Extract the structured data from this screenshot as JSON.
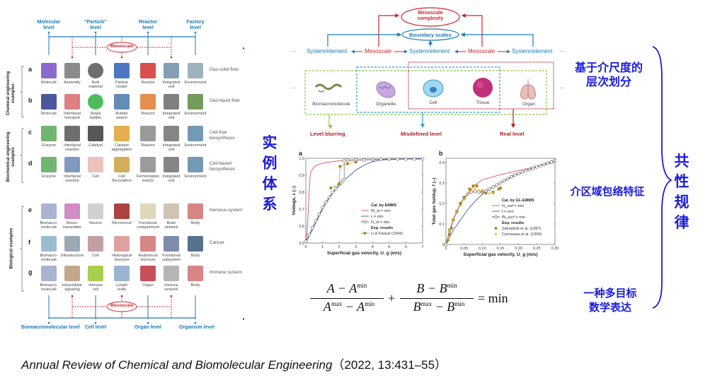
{
  "left_diagram": {
    "top_levels": [
      "Molecular\nlevel",
      "\"Particle\"\nlevel",
      "Reactor\nlevel",
      "Factory\nlevel"
    ],
    "bottom_levels": [
      "Biomacromolecular level",
      "Cell level",
      "Organ level",
      "Organism level"
    ],
    "mesoscale_label": "Mesoscale",
    "groups": [
      {
        "label": "Chemical engineering\nexamples",
        "rows": [
          "a",
          "b"
        ]
      },
      {
        "label": "Biochemical engineering\nexamples",
        "rows": [
          "c",
          "d"
        ]
      },
      {
        "label": "Biological examples",
        "rows": [
          "e",
          "f",
          "g"
        ]
      }
    ],
    "rows": [
      {
        "letter": "a",
        "desc": "Gas-solid flow",
        "items": [
          "Molecule",
          "Assembly",
          "Bulk\nmaterial",
          "Particle\ncluster",
          "Reactor",
          "Integrated\nunit",
          "Environment"
        ],
        "colors": [
          "#7a4fc4",
          "#777777",
          "#555555",
          "#2d5fb8",
          "#d03030",
          "#6d8ea8",
          "#8aa6b4"
        ]
      },
      {
        "letter": "b",
        "desc": "Gas-liquid flow",
        "items": [
          "Molecule",
          "Interfacial\ntransport",
          "Single\nbubble",
          "Bubble\nswarm",
          "Reactor",
          "Integrated\nunit",
          "Environment"
        ],
        "colors": [
          "#2a3a8c",
          "#d86a6a",
          "#30b040",
          "#4a78a8",
          "#e07a30",
          "#6a6a6a",
          "#5c8a3c"
        ]
      },
      {
        "letter": "c",
        "desc": "Cell-free\nbiosynthesis",
        "items": [
          "Enzyme",
          "Interfacial\nreaction",
          "Catalyst",
          "Catalyst\naggregation",
          "Reactor",
          "Integrated\nunit",
          "Environment"
        ],
        "colors": [
          "#58a858",
          "#555555",
          "#3a3a3a",
          "#e0a030",
          "#888888",
          "#707070",
          "#5a88a8"
        ]
      },
      {
        "letter": "d",
        "desc": "Cell-based\nbiosynthesis",
        "items": [
          "Enzyme",
          "Interfacial\nreaction",
          "Cell",
          "Cell\nflocculation",
          "Fermentation\nreactor",
          "Integrated\nunit",
          "Environment"
        ],
        "colors": [
          "#58a858",
          "#6888b0",
          "#e8b8b0",
          "#c8a040",
          "#8a8a8a",
          "#707070",
          "#5a88a8"
        ]
      },
      {
        "letter": "e",
        "desc": "Nervous system",
        "items": [
          "Biomacro-\nmolecule",
          "Neuro-\ntransmitter",
          "Neuron",
          "Microcircuit",
          "Functional\ncompartment",
          "Brain\nnetwork",
          "Body"
        ],
        "colors": [
          "#9aa8c8",
          "#c878b8",
          "#c8c8c8",
          "#a02020",
          "#d8d0b0",
          "#c8b8a8",
          "#d07070"
        ]
      },
      {
        "letter": "f",
        "desc": "Cancer",
        "items": [
          "Biomacro-\nmolecule",
          "Ultrastructure",
          "Cell",
          "Histological\nstructure",
          "Anatomical\nstructure",
          "Functional\nsubsystem",
          "Body"
        ],
        "colors": [
          "#88b0c8",
          "#8a9aa8",
          "#b89090",
          "#d89090",
          "#d07070",
          "#6878a0",
          "#3a5a78"
        ]
      },
      {
        "letter": "g",
        "desc": "Immune system",
        "items": [
          "Biomacro-\nmolecule",
          "Intracellular\nsignaling",
          "Immune\ncell",
          "Lymph\nnode",
          "Organ",
          "Immune\nnetwork",
          "Body"
        ],
        "colors": [
          "#9aa8c8",
          "#b89878",
          "#98c830",
          "#88a8c8",
          "#c03040",
          "#a8a8a8",
          "#d07070"
        ]
      }
    ]
  },
  "annotations": {
    "left_brace_label": "实例体系",
    "right_brace_label": "共性规律",
    "hierarchy_label": "基于介尺度的层次划分",
    "envelope_label": "介区域包络特征",
    "formula_label": "一种多目标数学表达"
  },
  "top_right_diagram": {
    "complexity": "Mesoscale\ncomplexity",
    "boundary": "Boundary scales",
    "chain": [
      "System/element",
      "Mesoscale",
      "System/element",
      "Mesoscale",
      "System/element"
    ],
    "ellipsis": "···",
    "bio_levels": [
      "Biomacromolecule",
      "Organelle",
      "Cell",
      "Tissue",
      "Organ"
    ],
    "level_types": [
      "Level blurring",
      "Misdefined level",
      "Real level"
    ],
    "colors": {
      "blue": "#1a7ab8",
      "red": "#d2232a",
      "green": "#8cc63f",
      "teal": "#3a9ad0",
      "darkred": "#b01c22"
    }
  },
  "chart_data": [
    {
      "type": "line",
      "panel": "a",
      "xlabel": "Superficial gas velocity, U_g (m/s)",
      "ylabel": "Voidage, ε (–)",
      "xlim": [
        0,
        7
      ],
      "ylim": [
        0.5,
        1.0
      ],
      "xticks": [
        "0",
        "1",
        "2",
        "3",
        "4",
        "5",
        "6",
        "7"
      ],
      "yticks": [
        "0.5",
        "0.6",
        "0.7",
        "0.8",
        "0.9",
        "1.0"
      ],
      "legend_title": "Cal. by EMMS",
      "legend_exp_title": "Exp. results",
      "series": [
        {
          "name": "W_st = min",
          "color": "#e05060",
          "style": "line",
          "x": [
            0,
            0.1,
            0.2,
            0.25,
            0.3,
            0.5,
            0.8,
            1.2,
            2,
            3,
            5,
            7
          ],
          "y": [
            0.5,
            0.6,
            0.8,
            0.88,
            0.92,
            0.95,
            0.965,
            0.975,
            0.985,
            0.99,
            0.995,
            0.997
          ]
        },
        {
          "name": "ε = min",
          "color": "#3a5aa8",
          "style": "line",
          "x": [
            0,
            0.5,
            1,
            1.5,
            2,
            2.3,
            3,
            3.5,
            4,
            4.5,
            5,
            6,
            7
          ],
          "y": [
            0.5,
            0.6,
            0.7,
            0.78,
            0.84,
            0.87,
            0.93,
            0.96,
            0.98,
            0.99,
            0.993,
            0.996,
            0.998
          ]
        },
        {
          "name": "N_st = min",
          "color": "#555555",
          "style": "open-circle",
          "x": [
            0,
            0.2,
            0.4,
            0.6,
            0.8,
            1.0,
            1.2,
            1.4,
            1.6,
            1.8,
            2.0,
            2.1,
            2.2,
            2.3,
            2.3,
            2.5,
            3.0,
            3.5,
            4.0,
            4.5,
            5.0,
            5.5,
            6.0,
            6.5,
            7.0
          ],
          "y": [
            0.51,
            0.55,
            0.59,
            0.63,
            0.67,
            0.71,
            0.74,
            0.77,
            0.8,
            0.82,
            0.845,
            0.855,
            0.865,
            0.875,
            0.985,
            0.99,
            0.99,
            0.99,
            0.992,
            0.993,
            0.994,
            0.995,
            0.995,
            0.995,
            0.996
          ]
        },
        {
          "name": "Li & Kwauk (1994)",
          "color": "#a88a2a",
          "style": "filled-circle",
          "x": [
            1.5,
            2.0,
            2.05,
            2.5,
            3.0
          ],
          "y": [
            0.825,
            0.85,
            0.952,
            0.968,
            0.978
          ]
        }
      ]
    },
    {
      "type": "line",
      "panel": "b",
      "xlabel": "Superficial gas velocity, U_g (m/s)",
      "ylabel": "Total gas holdup, f (–)",
      "xlim": [
        0,
        0.3
      ],
      "ylim": [
        0,
        0.42
      ],
      "xticks": [
        "0",
        "0.05",
        "0.10",
        "0.15",
        "0.20",
        "0.25",
        "0.30"
      ],
      "yticks": [
        "0",
        "0.1",
        "0.2",
        "0.3",
        "0.4"
      ],
      "legend_title": "Cal. by GL-EMMS",
      "legend_exp_title": "Exp. results",
      "series": [
        {
          "name": "N_surf = min",
          "color": "#e05060",
          "style": "line",
          "x": [
            0,
            0.02,
            0.04,
            0.06,
            0.08,
            0.1,
            0.15,
            0.2,
            0.25,
            0.3
          ],
          "y": [
            0,
            0.12,
            0.2,
            0.25,
            0.29,
            0.315,
            0.34,
            0.36,
            0.38,
            0.4
          ]
        },
        {
          "name": "f = min",
          "color": "#3a5aa8",
          "style": "line",
          "x": [
            0,
            0.02,
            0.04,
            0.06,
            0.08,
            0.1,
            0.12,
            0.15,
            0.2,
            0.25,
            0.3
          ],
          "y": [
            0,
            0.07,
            0.12,
            0.17,
            0.21,
            0.245,
            0.27,
            0.3,
            0.345,
            0.38,
            0.41
          ]
        },
        {
          "name": "fN_surf = min",
          "color": "#444444",
          "style": "open-circle",
          "x": [
            0,
            0.01,
            0.02,
            0.03,
            0.04,
            0.05,
            0.06,
            0.07,
            0.08,
            0.09,
            0.1,
            0.11,
            0.12,
            0.13,
            0.14,
            0.15,
            0.16,
            0.17,
            0.18,
            0.19,
            0.2,
            0.21,
            0.22,
            0.23,
            0.24,
            0.25,
            0.26,
            0.27,
            0.28,
            0.29,
            0.3
          ],
          "y": [
            0,
            0.07,
            0.12,
            0.16,
            0.2,
            0.225,
            0.245,
            0.255,
            0.26,
            0.255,
            0.255,
            0.26,
            0.27,
            0.28,
            0.29,
            0.3,
            0.31,
            0.32,
            0.33,
            0.34,
            0.345,
            0.352,
            0.36,
            0.365,
            0.372,
            0.378,
            0.384,
            0.39,
            0.396,
            0.402,
            0.41
          ]
        },
        {
          "name": "Zahradnik et al. (1997)",
          "color": "#a88a2a",
          "style": "filled-circle",
          "x": [
            0.005,
            0.01,
            0.015,
            0.02,
            0.03,
            0.04,
            0.05,
            0.065,
            0.075,
            0.085,
            0.1,
            0.11,
            0.13,
            0.145,
            0.15
          ],
          "y": [
            0.02,
            0.05,
            0.08,
            0.12,
            0.16,
            0.2,
            0.23,
            0.27,
            0.285,
            0.285,
            0.26,
            0.25,
            0.255,
            0.27,
            0.275
          ]
        },
        {
          "name": "Camarasa et al. (1999)",
          "color": "#e8b020",
          "style": "triangle",
          "x": [
            0.005,
            0.01,
            0.02,
            0.03,
            0.04,
            0.05,
            0.06,
            0.07,
            0.08,
            0.09,
            0.1,
            0.12,
            0.13
          ],
          "y": [
            0.03,
            0.07,
            0.12,
            0.16,
            0.19,
            0.22,
            0.25,
            0.265,
            0.27,
            0.265,
            0.26,
            0.25,
            0.25
          ]
        }
      ]
    }
  ],
  "formula": {
    "num1": "A − A",
    "num1_sup": "min",
    "den1a": "A",
    "den1a_sup": "max",
    "den1b": " − A",
    "den1b_sup": "min",
    "plus": "+",
    "num2": "B − B",
    "num2_sup": "min",
    "den2a": "B",
    "den2a_sup": "max",
    "den2b": " − B",
    "den2b_sup": "min",
    "equals": "= min"
  },
  "citation": {
    "journal": "Annual Review of Chemical and Biomolecular Engineering",
    "ref": "（2022, 13:431–55）"
  }
}
